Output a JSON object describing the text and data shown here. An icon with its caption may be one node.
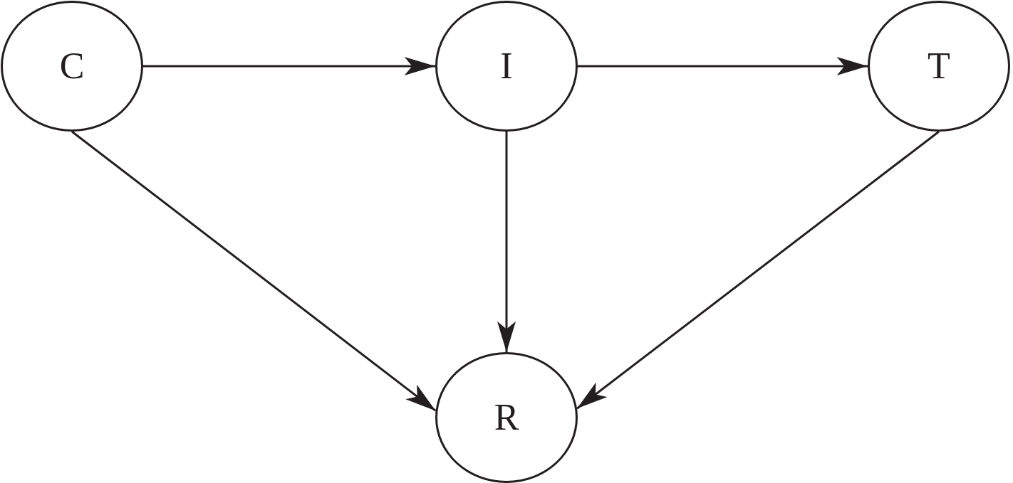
{
  "diagram": {
    "nodes": [
      {
        "text": [
          "C"
        ]
      },
      {
        "text": [
          "I"
        ]
      },
      {
        "text": [
          "T"
        ]
      },
      {
        "text": [
          "R"
        ]
      }
    ],
    "edges": [
      {
        "from": 0,
        "to": 1,
        "arrow": "to"
      },
      {
        "from": 1,
        "to": 2,
        "arrow": "to"
      },
      {
        "from": 0,
        "to": 3,
        "arrow": "to"
      },
      {
        "from": 1,
        "to": 3,
        "arrow": "to"
      },
      {
        "from": 2,
        "to": 3,
        "arrow": "to"
      }
    ]
  }
}
